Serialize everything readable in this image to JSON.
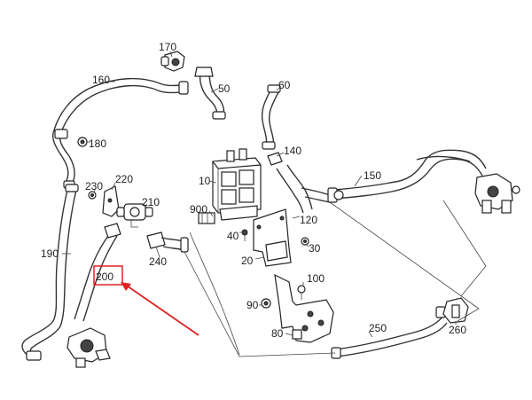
{
  "callouts": {
    "p170": "170",
    "p160": "160",
    "p50": "50",
    "p60": "60",
    "p180": "180",
    "p140": "140",
    "p150": "150",
    "p220": "220",
    "p230": "230",
    "p10": "10",
    "p210": "210",
    "p900": "900",
    "p120": "120",
    "p40": "40",
    "p30": "30",
    "p190": "190",
    "p240": "240",
    "p20": "20",
    "p200": "200",
    "p100": "100",
    "p90": "90",
    "p250": "250",
    "p260": "260",
    "p80": "80"
  },
  "highlight": {
    "label_ref": "200",
    "box_color": "#e02020",
    "arrow_color": "#e02020"
  }
}
